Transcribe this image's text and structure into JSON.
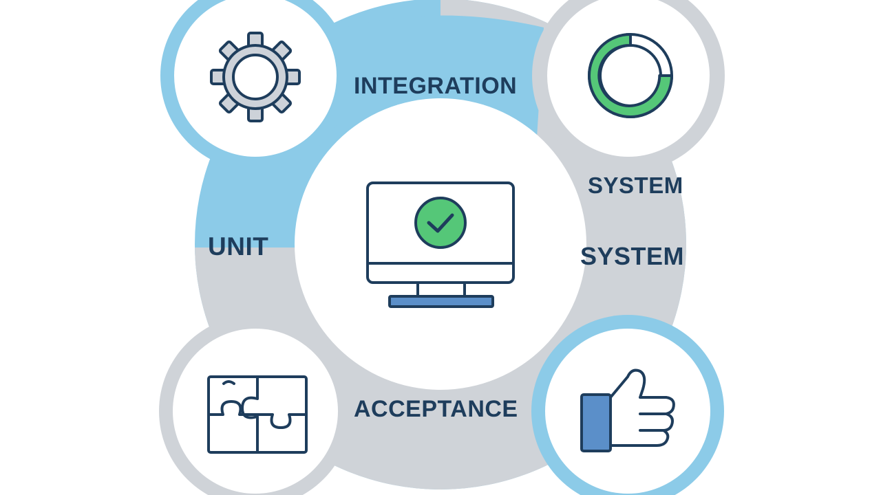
{
  "labels": {
    "integration": "INTEGRATION",
    "system_upper": "SYSTEM",
    "system_lower": "SYSTEM",
    "unit": "UNIT",
    "acceptance": "ACCEPTANCE"
  },
  "nodes": {
    "top_left": {
      "icon": "gear-icon"
    },
    "top_right": {
      "icon": "ring-progress-icon"
    },
    "center": {
      "icon": "monitor-check-icon"
    },
    "bottom_left": {
      "icon": "puzzle-icon"
    },
    "bottom_right": {
      "icon": "thumbs-up-icon"
    }
  },
  "colors": {
    "blue_band": "#8ccbe8",
    "gray_band": "#cfd3d8",
    "outline": "#1e3d5c",
    "check_green": "#55c778",
    "blue_fill": "#5b8fc9",
    "gear_ring": "#cdd2d9"
  }
}
